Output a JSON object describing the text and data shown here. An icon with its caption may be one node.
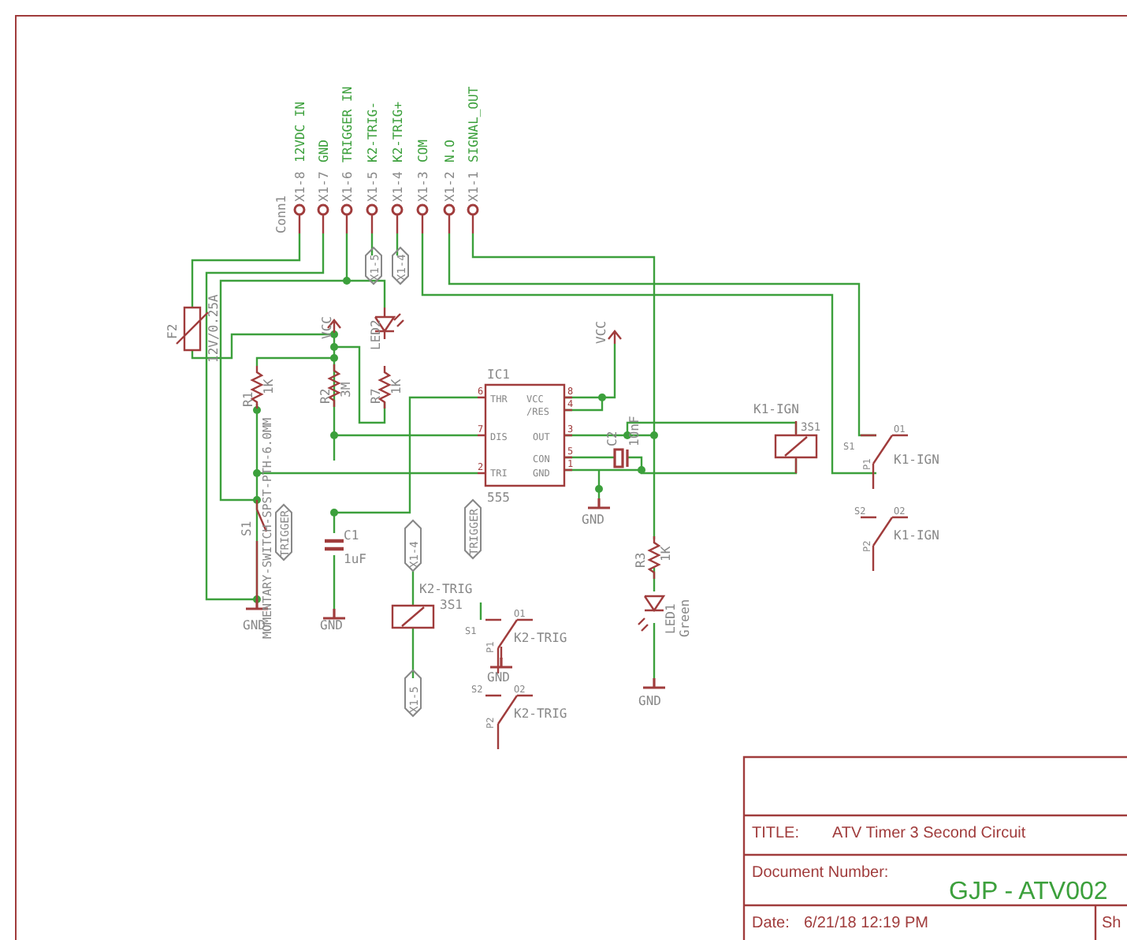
{
  "diagram": {
    "labels": [
      "Conn1",
      "X1-8",
      "X1-7",
      "X1-6",
      "X1-5",
      "X1-4",
      "X1-3",
      "X1-2",
      "X1-1",
      "12VDC IN",
      "GND",
      "TRIGGER IN",
      "K2-TRIG-",
      "K2-TRIG+",
      "COM",
      "N.O",
      "SIGNAL_OUT",
      "X1-5",
      "X1-4",
      "F2",
      "12V/0.25A",
      "VCC",
      "LED2",
      "R1",
      "1K",
      "R2",
      "3M",
      "R7",
      "1K",
      "IC1",
      "555",
      "THR",
      "VCC",
      "/RES",
      "DIS",
      "OUT",
      "CON",
      "TRI",
      "GND",
      "6",
      "8",
      "4",
      "7",
      "3",
      "5",
      "2",
      "1",
      "VCC",
      "C2",
      "10nF",
      "GND",
      "K1-IGN",
      "3S1",
      "S1",
      "O1",
      "P1",
      "K1-IGN",
      "S2",
      "O2",
      "P2",
      "K1-IGN",
      "S1",
      "MOMENTARY-SWITCH-SPST-PTH-6.0MM",
      "TRIGGER",
      "TRIGGER",
      "C1",
      "1uF",
      "GND",
      "GND",
      "X1-4",
      "K2-TRIG",
      "3S1",
      "X1-5",
      "S1",
      "O1",
      "P1",
      "K2-TRIG",
      "GND",
      "S2",
      "O2",
      "P2",
      "K2-TRIG",
      "R3",
      "1K",
      "LED1",
      "Green",
      "GND",
      "TITLE:",
      "ATV Timer 3 Second Circuit",
      "Document Number:",
      "GJP - ATV002",
      "Date:",
      "6/21/18 12:19 PM",
      "Sh"
    ]
  }
}
